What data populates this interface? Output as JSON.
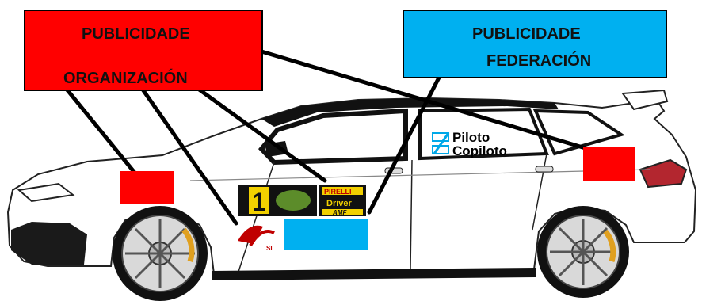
{
  "colors": {
    "organizacion": "#ff0000",
    "federacion": "#00b0f0",
    "car_body": "#ffffff",
    "outline": "#000000"
  },
  "labels": {
    "organizacion_line1": "PUBLICIDADE",
    "organizacion_line2": "ORGANIZACIÓN",
    "federacion_line1": "PUBLICIDADE",
    "federacion_line2": "FEDERACIÓN"
  },
  "crew": {
    "piloto": "Piloto",
    "copiloto": "Copiloto"
  },
  "door_panel": {
    "number": "1",
    "sponsor_1": "PIRELLI",
    "sponsor_2": "Driver",
    "sponsor_3": "AMF",
    "sponsor_4": "SL"
  }
}
